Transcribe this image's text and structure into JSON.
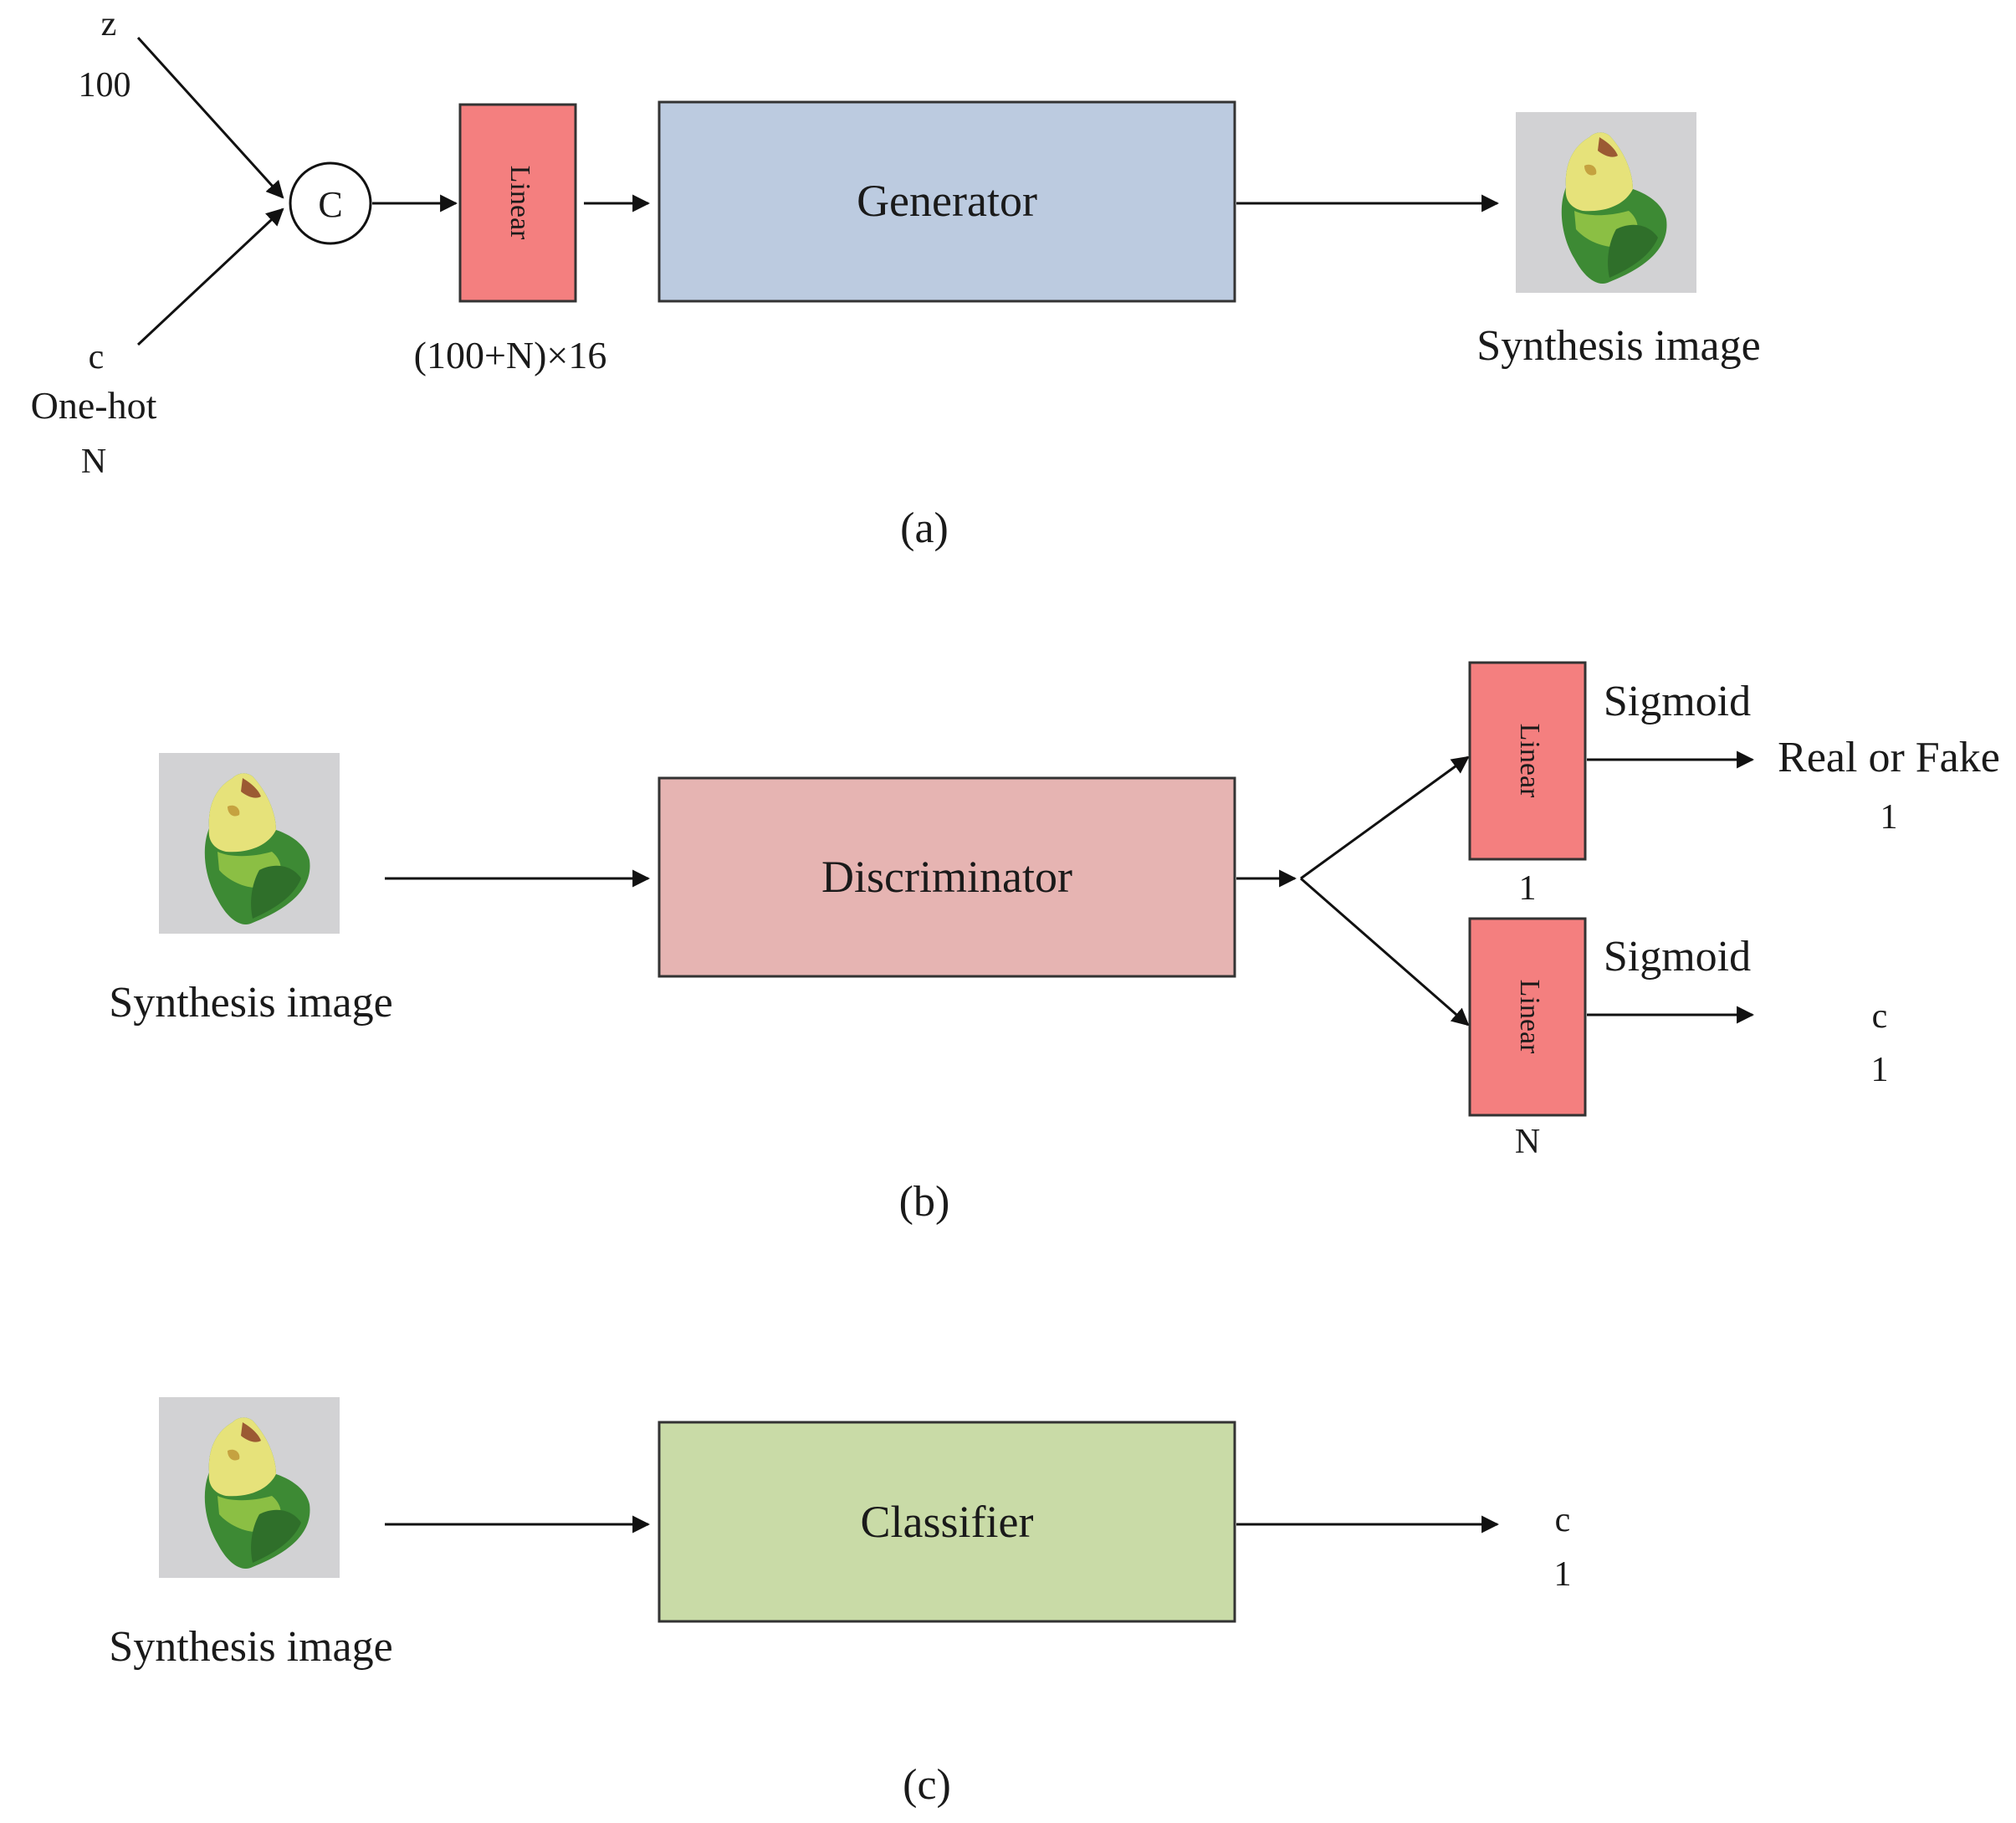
{
  "colors": {
    "linear": "#f47f7f",
    "generator": "#bccbe0",
    "discriminator": "#e6b4b2",
    "classifier": "#c9dba7",
    "leaf_light": "#e6e27a",
    "leaf_dark": "#3d8a34",
    "leaf_bg": "#d2d2d4"
  },
  "icons": {
    "leaf": "synthesis-leaf-image"
  },
  "panel_a": {
    "z_label": "z",
    "z_dim": "100",
    "c_label": "c",
    "c_encoding": "One-hot",
    "c_dim": "N",
    "concat_symbol": "C",
    "linear_label": "Linear",
    "linear_dim": "(100+N)×16",
    "generator_label": "Generator",
    "output_label": "Synthesis image",
    "caption": "(a)"
  },
  "panel_b": {
    "input_label": "Synthesis image",
    "discriminator_label": "Discriminator",
    "linear_top_label": "Linear",
    "linear_top_dim": "1",
    "sigmoid_top_label": "Sigmoid",
    "output_top_label": "Real or Fake",
    "output_top_dim": "1",
    "linear_bottom_label": "Linear",
    "linear_bottom_dim": "N",
    "sigmoid_bottom_label": "Sigmoid",
    "output_bottom_label": "c",
    "output_bottom_dim": "1",
    "caption": "(b)"
  },
  "panel_c": {
    "input_label": "Synthesis image",
    "classifier_label": "Classifier",
    "output_label": "c",
    "output_dim": "1",
    "caption": "(c)"
  }
}
